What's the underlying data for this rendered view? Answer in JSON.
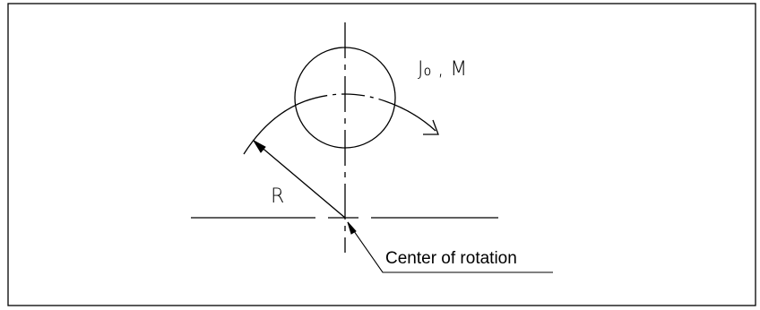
{
  "diagram": {
    "symbol_label": "J₀ , M",
    "radius_label": "R",
    "center_label": "Center of rotation"
  }
}
